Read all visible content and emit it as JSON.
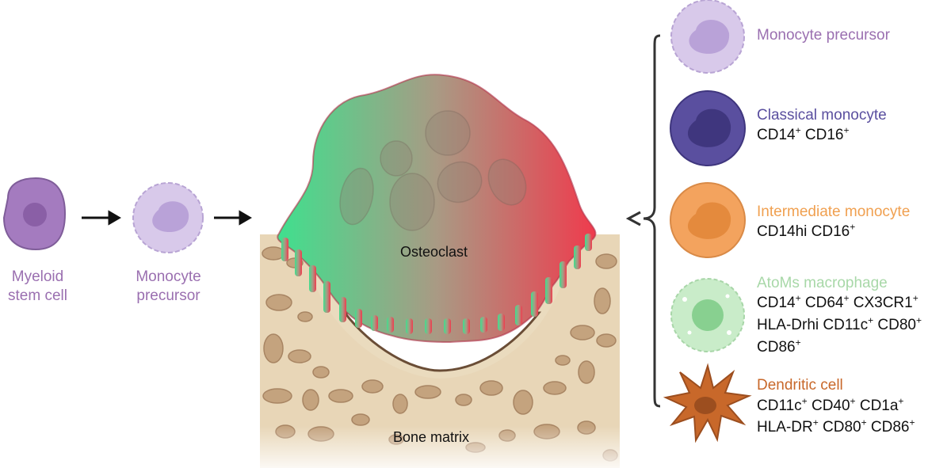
{
  "colors": {
    "myeloid": "#a47bbf",
    "precursor": "#d8c9ea",
    "classical": "#5a4f9f",
    "intermediate": "#f3a35e",
    "atoms": "#c9ecc9",
    "dendritic": "#c8682a",
    "osteoclast_left": "#3fe08e",
    "osteoclast_right": "#ef3b4d",
    "bone": "#e8d6b7"
  },
  "lineage": {
    "myeloid": {
      "line1": "Myeloid",
      "line2": "stem cell"
    },
    "precursor": {
      "line1": "Monocyte",
      "line2": "precursor"
    }
  },
  "center": {
    "osteoclast": "Osteoclast",
    "bone_matrix": "Bone matrix"
  },
  "cells": {
    "precursor": {
      "name": "Monocyte precursor"
    },
    "classical": {
      "name": "Classical monocyte",
      "m1": "CD14",
      "s1": "+",
      "m2": "CD16",
      "s2": "+"
    },
    "intermediate": {
      "name": "Intermediate monocyte",
      "m1": "CD14hi CD16",
      "s1": "+"
    },
    "atoms": {
      "name": "AtoMs macrophage",
      "m1": "CD14",
      "s1": "+",
      "m2": "CD64",
      "s2": "+",
      "m3": "CX3CR1",
      "s3": "+",
      "m4": "HLA-Drhi CD11c",
      "s4": "+",
      "m5": "CD80",
      "s5": "+",
      "m6": "CD86",
      "s6": "+"
    },
    "dendritic": {
      "name": "Dendritic cell",
      "m1": "CD11c",
      "s1": "+",
      "m2": "CD40",
      "s2": "+",
      "m3": "CD1a",
      "s3": "+",
      "m4": "HLA-DR",
      "s4": "+",
      "m5": "CD80",
      "s5": "+",
      "m6": "CD86",
      "s6": "+"
    }
  }
}
